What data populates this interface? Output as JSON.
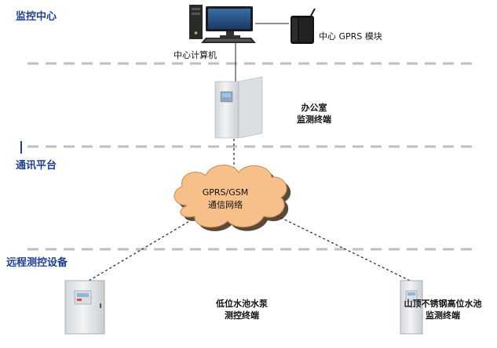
{
  "sections": {
    "monitor_center": "监控中心",
    "comm_platform": "通讯平台",
    "remote_equipment": "远程测控设备"
  },
  "nodes": {
    "central_computer": "中心计算机",
    "gprs_module": "中心 GPRS 模块",
    "office_terminal": {
      "line1": "办公室",
      "line2": "监测终端"
    },
    "cloud": {
      "line1": "GPRS/GSM",
      "line2": "通信网络"
    },
    "pump_terminal": {
      "line1": "低位水池水泵",
      "line2": "测控终端"
    },
    "tank_terminal": {
      "line1": "山顶不锈钢高位水池",
      "line2": "监测终端"
    }
  },
  "colors": {
    "section_text": "#1f3f8f",
    "cloud_fill": "#f7c08a",
    "divider": "#bfbfbf",
    "cabinet": "#e6e8ea"
  }
}
